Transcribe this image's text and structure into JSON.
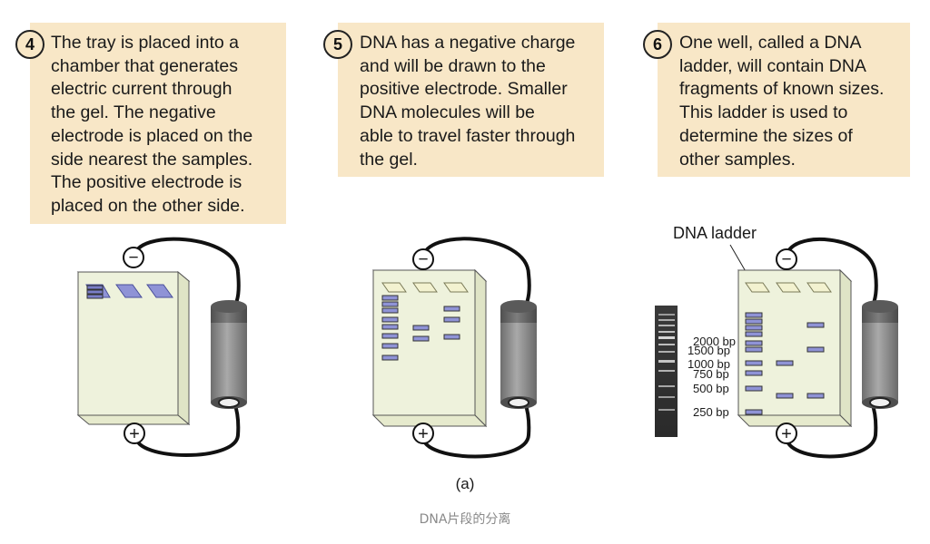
{
  "steps": [
    {
      "number": "4",
      "text": "The tray is placed into a\nchamber that generates\nelectric current through\nthe gel. The negative\nelectrode is placed on the\nside nearest the samples.\nThe positive electrode is\nplaced on the other side."
    },
    {
      "number": "5",
      "text": "DNA has a negative charge\nand will be drawn to the\npositive electrode. Smaller\nDNA molecules will be\nable to travel faster through\nthe gel."
    },
    {
      "number": "6",
      "text": "One well, called a DNA\nladder, will contain DNA\nfragments of known sizes.\nThis ladder is used to\ndetermine the sizes of\nother samples."
    }
  ],
  "electrodes": {
    "negative": "−",
    "positive": "+"
  },
  "ladder_label": "DNA ladder",
  "bp_labels": [
    "2000 bp",
    "1500 bp",
    "1000 bp",
    "750 bp",
    "500 bp",
    "250 bp"
  ],
  "subcaption": "(a)",
  "caption": "DNA片段的分离",
  "colors": {
    "note_bg": "#f8e7c7",
    "gel": "#eef2dc",
    "band": "#8f93d6",
    "battery": "#8c8c8c"
  }
}
